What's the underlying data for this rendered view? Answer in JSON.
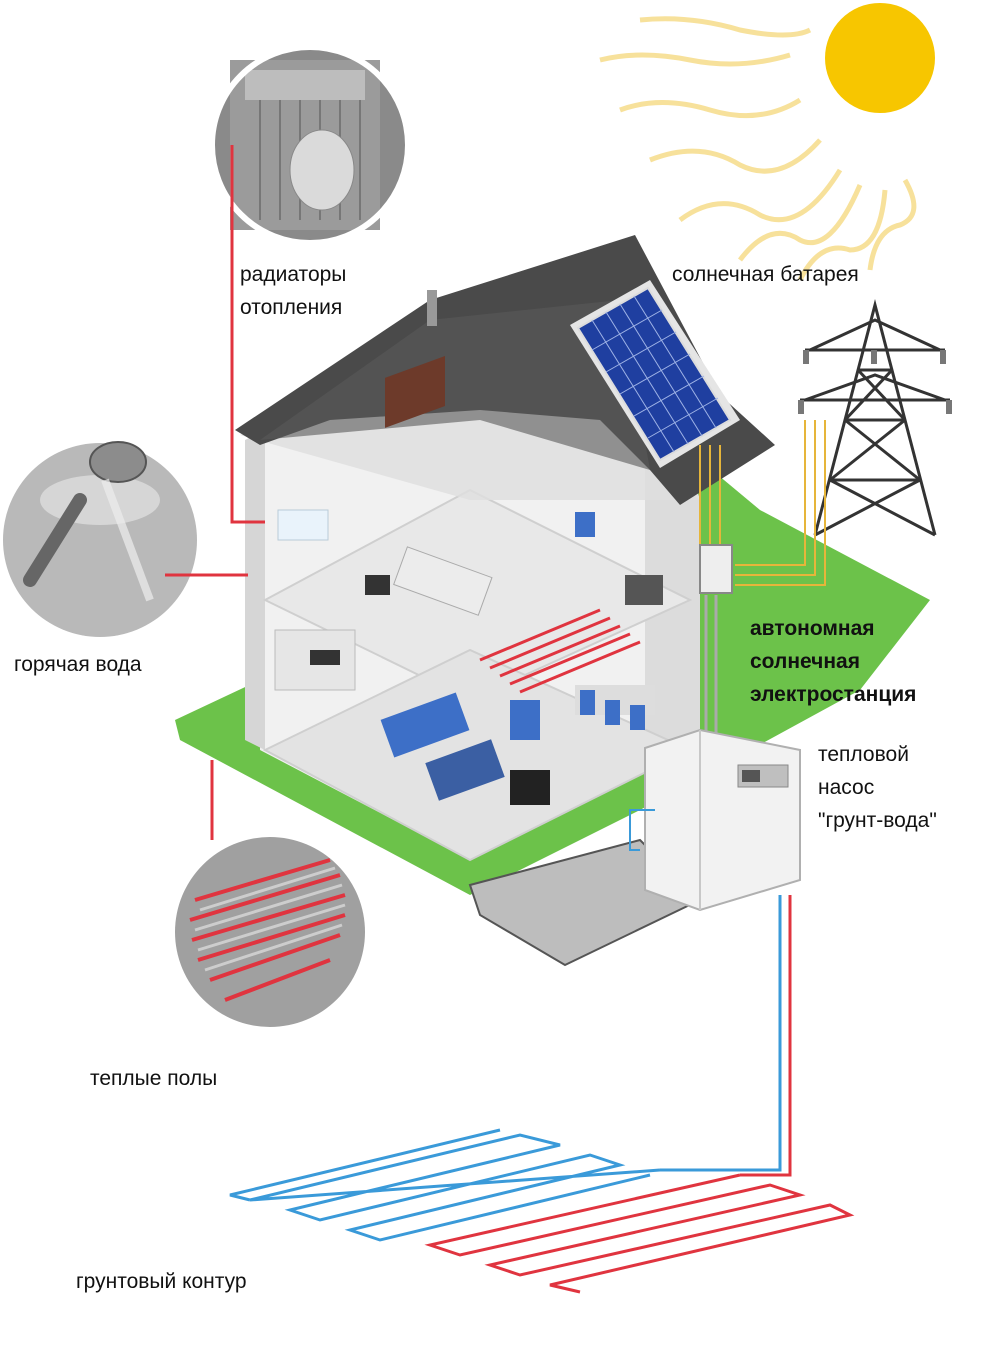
{
  "labels": {
    "radiators": "радиаторы\nотопления",
    "solar_panel": "солнечная батарея",
    "hot_water": "горячая вода",
    "autonomous_station": "автономная\nсолнечная\nэлектростанция",
    "heat_pump": "тепловой\nнасос\n\"грунт-вода\"",
    "warm_floors": "теплые полы",
    "ground_loop": "грунтовый контур"
  },
  "colors": {
    "lawn": "#6cc24a",
    "pipe_hot": "#e0343f",
    "pipe_cold": "#3a9ad9",
    "sun": "#f7c600",
    "sun_rays": "#f5d77a",
    "roof": "#4a4a4a",
    "solar_cell": "#1f3fa0",
    "power_line": "#e6b53a"
  },
  "icons": [
    "radiator-icon",
    "shower-icon",
    "underfloor-heating-icon",
    "sun-icon",
    "power-tower-icon",
    "solar-panel-icon",
    "heat-pump-icon",
    "house-cutaway-icon"
  ]
}
